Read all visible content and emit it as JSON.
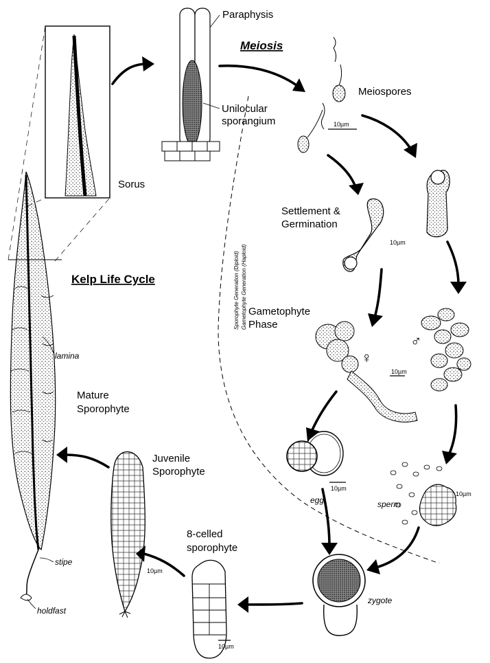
{
  "title": "Kelp Life Cycle",
  "meiosis": "Meiosis",
  "labels": {
    "paraphysis": "Paraphysis",
    "unilocular_1": "Unilocular",
    "unilocular_2": "sporangium",
    "meiospores": "Meiospores",
    "sorus": "Sorus",
    "settlement_1": "Settlement &",
    "settlement_2": "Germination",
    "gametophyte_1": "Gametophyte",
    "gametophyte_2": "Phase",
    "female_symbol": "♀",
    "male_symbol": "♂",
    "egg": "egg",
    "sperm": "sperm",
    "zygote": "zygote",
    "eight_celled_1": "8-celled",
    "eight_celled_2": "sporophyte",
    "juvenile_1": "Juvenile",
    "juvenile_2": "Sporophyte",
    "mature_1": "Mature",
    "mature_2": "Sporophyte",
    "lamina": "lamina",
    "stipe": "stipe",
    "holdfast": "holdfast"
  },
  "phase_divider": {
    "upper": "Sporophyte Generation (Diploid)",
    "lower": "Gametophyte Generation (Haploid)"
  },
  "scale_bars": {
    "meiospores": "10µm",
    "germination": "10µm",
    "female": "10µm",
    "male": "10µm",
    "egg": "10µm",
    "juvenile": "10µm",
    "eight_celled": "10µm"
  }
}
